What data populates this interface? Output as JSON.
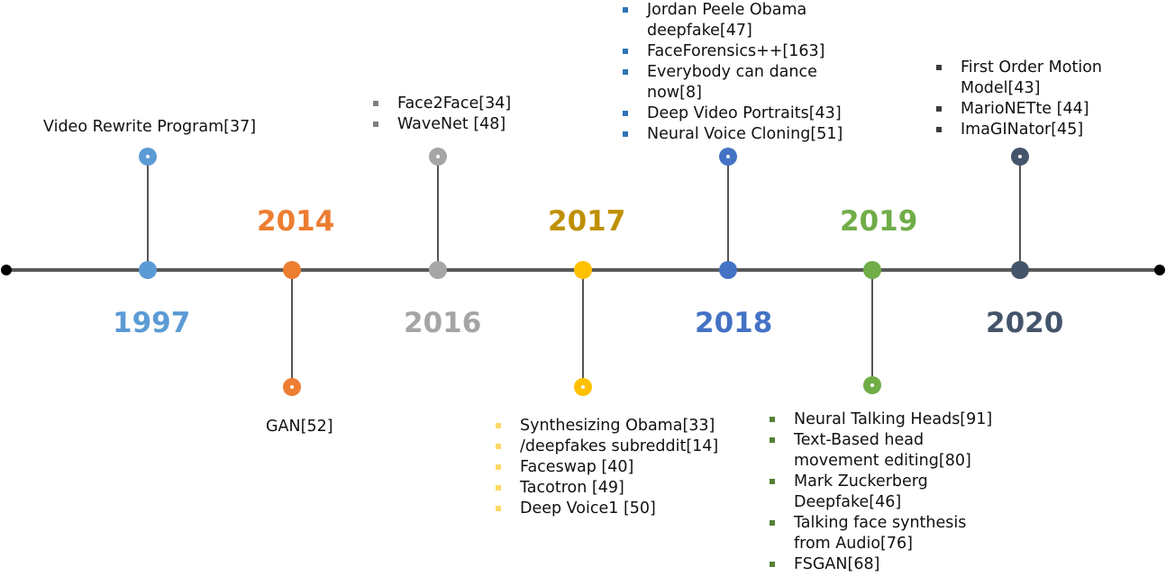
{
  "colors": {
    "axis": "#595959",
    "y1997": "#5b9bd5",
    "y2014": "#ed7d31",
    "y2016": "#a5a5a5",
    "y2017": "#ffc000",
    "y2018": "#4472c4",
    "y2019": "#70ad47",
    "y2020": "#44546a"
  },
  "years": {
    "y1997": "1997",
    "y2014": "2014",
    "y2016": "2016",
    "y2017": "2017",
    "y2018": "2018",
    "y2019": "2019",
    "y2020": "2020"
  },
  "events": {
    "y1997": "Video Rewrite Program[37]",
    "y2014": "GAN[52]",
    "y2016": [
      "Face2Face[34]",
      "WaveNet [48]"
    ],
    "y2017": [
      "Synthesizing Obama[33]",
      "/deepfakes subreddit[14]",
      "Faceswap [40]",
      "Tacotron [49]",
      "Deep Voice1 [50]"
    ],
    "y2018": [
      "Jordan Peele Obama\ndeepfake[47]",
      "FaceForensics++[163]",
      "Everybody can dance\nnow[8]",
      "Deep Video Portraits[43]",
      "Neural Voice Cloning[51]"
    ],
    "y2019": [
      "Neural Talking Heads[91]",
      "Text-Based head\nmovement editing[80]",
      "Mark Zuckerberg\nDeepfake[46]",
      "Talking face synthesis\nfrom Audio[76]",
      "FSGAN[68]"
    ],
    "y2020": [
      "First Order Motion\nModel[43]",
      "MarioNETte [44]",
      "ImaGINator[45]"
    ]
  }
}
